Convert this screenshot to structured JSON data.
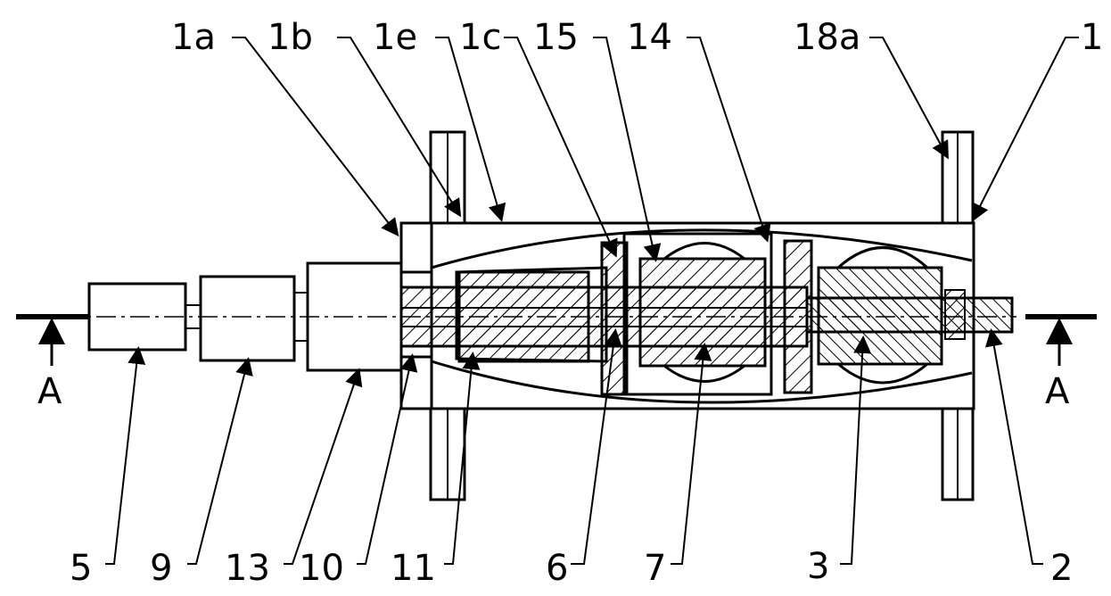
{
  "labels": {
    "top": [
      "1a",
      "1b",
      "1e",
      "1c",
      "15",
      "14",
      "18a",
      "1"
    ],
    "bottom": [
      "5",
      "9",
      "13",
      "10",
      "11",
      "6",
      "7",
      "3",
      "2"
    ],
    "section": "A"
  }
}
